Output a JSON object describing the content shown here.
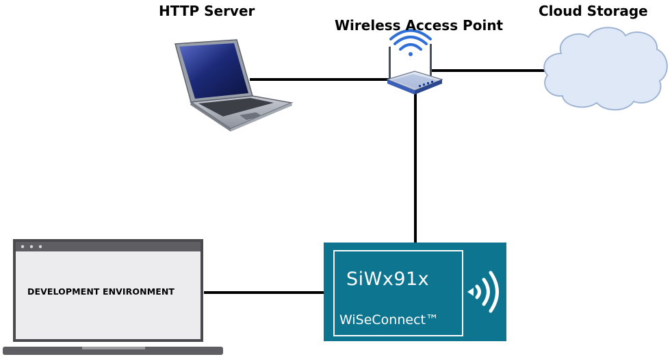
{
  "nodes": {
    "http_server": {
      "label": "HTTP Server",
      "icon": "laptop-icon"
    },
    "access_point": {
      "label": "Wireless Access Point",
      "icon": "router-icon"
    },
    "cloud": {
      "label": "Cloud Storage",
      "icon": "cloud-icon"
    },
    "dev_env": {
      "label": "DEVELOPMENT ENVIRONMENT",
      "icon": "window-laptop-icon"
    },
    "device": {
      "name": "SiWx91x",
      "brand": "WiSeConnect™",
      "icon": "wireless-signal-icon"
    }
  },
  "connections": [
    {
      "from": "http_server",
      "to": "access_point"
    },
    {
      "from": "access_point",
      "to": "cloud"
    },
    {
      "from": "access_point",
      "to": "device"
    },
    {
      "from": "dev_env",
      "to": "device"
    }
  ],
  "colors": {
    "device_bg": "#0e7590",
    "cloud_fill": "#dfe8f7",
    "cloud_stroke": "#9fb3d3",
    "router_blue": "#3a5fb8",
    "wifi_blue": "#2f6fd6",
    "line": "#000000"
  }
}
